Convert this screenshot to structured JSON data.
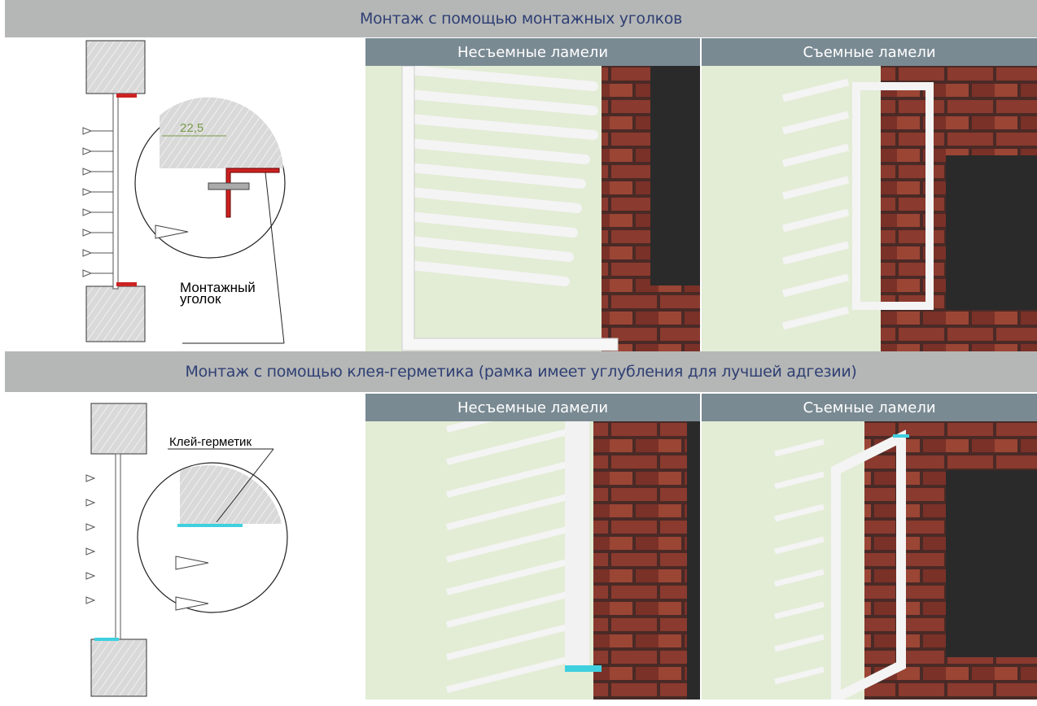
{
  "section1": {
    "title": "Монтаж с помощью монтажных уголков",
    "dimension": "22,5",
    "callout_line1": "Монтажный",
    "callout_line2": "уголок",
    "panels": [
      {
        "label": "Несъемные ламели"
      },
      {
        "label": "Съемные ламели"
      }
    ]
  },
  "section2": {
    "title": "Монтаж с помощью клея-герметика (рамка имеет углубления для лучшей адгезии)",
    "callout": "Клей-герметик",
    "panels": [
      {
        "label": "Несъемные ламели"
      },
      {
        "label": "Съемные ламели"
      }
    ]
  },
  "colors": {
    "band": "#b5b7b6",
    "title": "#2f3f74",
    "subheader": "#7a8a93",
    "bracket": "#d42020",
    "sealant": "#3fd0e0",
    "brick": "#8a3a2e"
  }
}
